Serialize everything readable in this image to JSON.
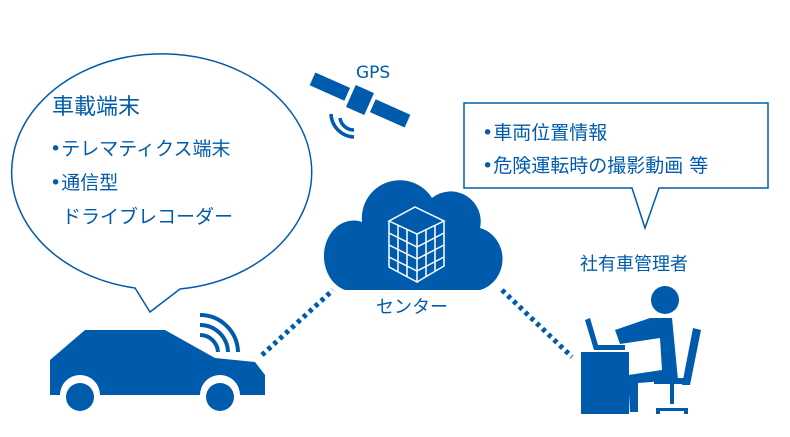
{
  "accent_color": "#005BAC",
  "terminal_bubble": {
    "title": "車載端末",
    "items": [
      "•テレマティクス端末",
      "•通信型",
      "ドライブレコーダー"
    ]
  },
  "gps_label": "GPS",
  "center_label": "センター",
  "info_bubble": {
    "items": [
      "•車両位置情報",
      "•危険運転時の撮影動画 等"
    ]
  },
  "manager_label": "社有車管理者"
}
